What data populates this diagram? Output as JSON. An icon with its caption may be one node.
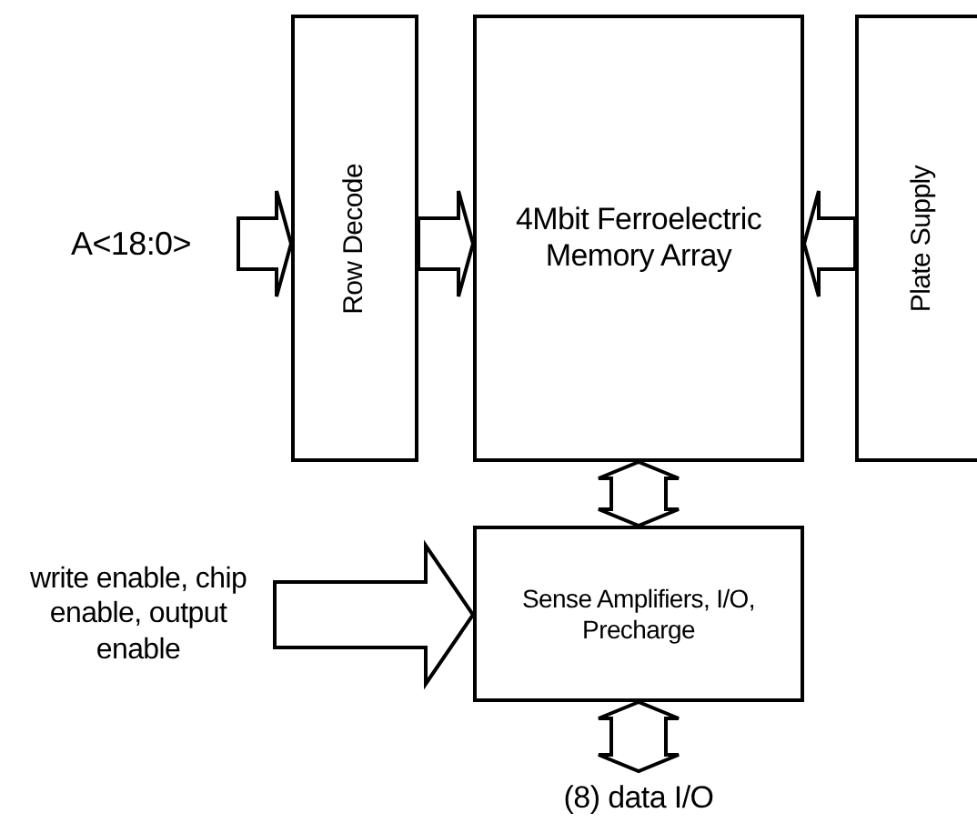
{
  "diagram": {
    "nodes": [
      {
        "text": [
          "A<18:0>"
        ]
      },
      {
        "text": [
          "Row Decode"
        ]
      },
      {
        "text": [
          "4Mbit Ferroelectric Memory Array"
        ]
      },
      {
        "text": [
          "Plate Supply"
        ]
      },
      {
        "text": [
          "write enable, chip enable, output enable"
        ]
      },
      {
        "text": [
          "Sense Amplifiers, I/O, Precharge"
        ]
      },
      {
        "text": [
          "(8) data I/O"
        ]
      }
    ],
    "edges": [
      {
        "from": 0,
        "to": 1,
        "arrow": "to"
      },
      {
        "from": 1,
        "to": 2,
        "arrow": "to"
      },
      {
        "from": 3,
        "to": 2,
        "arrow": "to"
      },
      {
        "from": 2,
        "to": 5,
        "arrow": "both"
      },
      {
        "from": 4,
        "to": 5,
        "arrow": "to"
      },
      {
        "from": 5,
        "to": 6,
        "arrow": "both"
      }
    ]
  }
}
